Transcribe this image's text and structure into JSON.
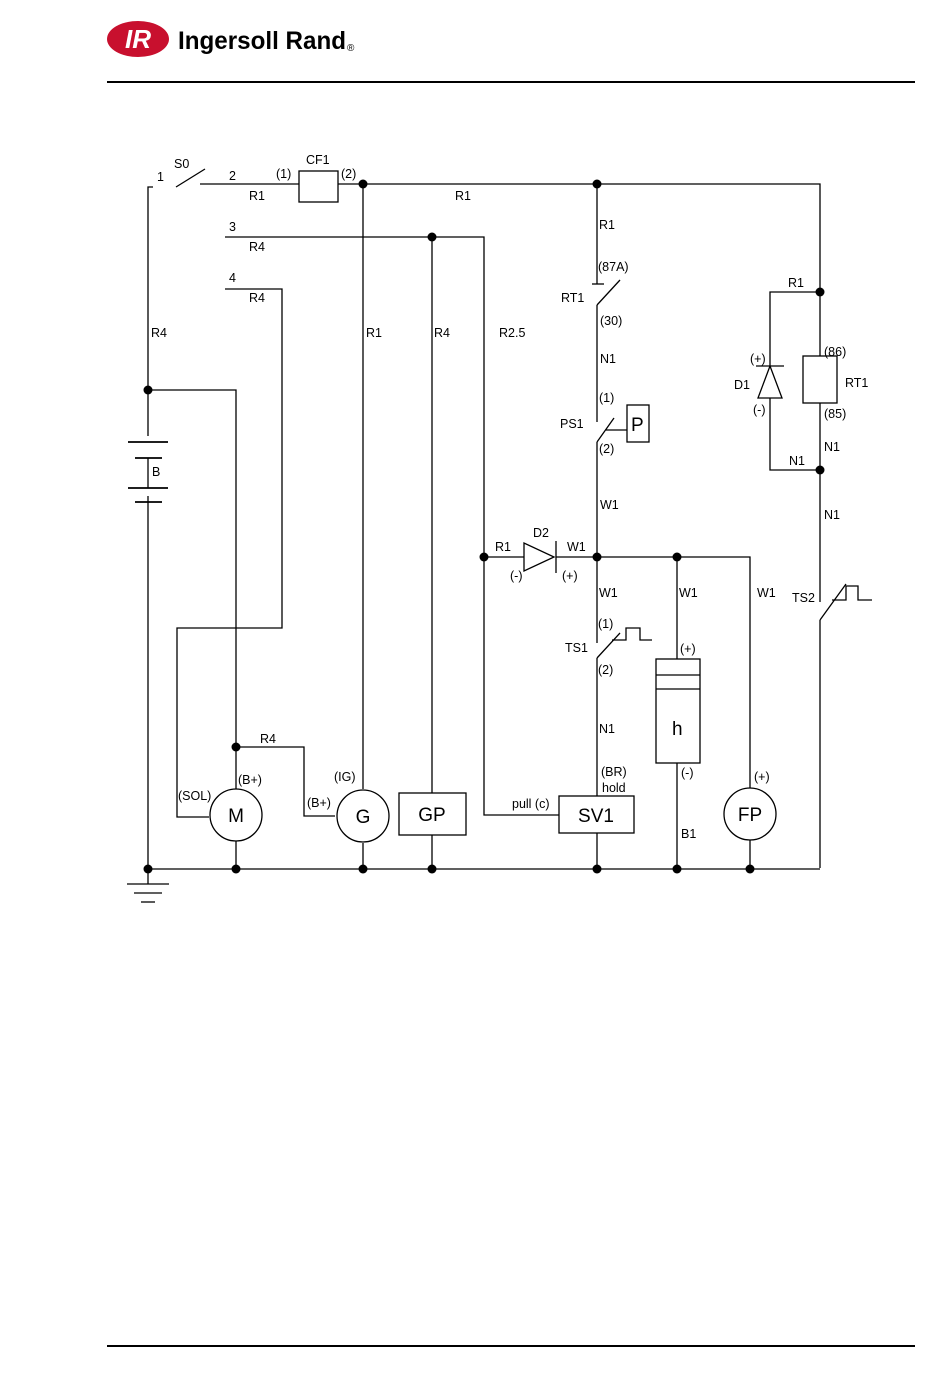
{
  "header": {
    "logo_mark": "IR",
    "logo_text": "Ingersoll Rand",
    "registered_mark": "®",
    "brand_color": "#c8102e"
  },
  "switch_labels": {
    "s0": "S0",
    "terminal_1": "1",
    "terminal_2": "2",
    "terminal_3": "3",
    "terminal_4": "4"
  },
  "fuse": {
    "name": "CF1",
    "pin_in": "(1)",
    "pin_out": "(2)"
  },
  "wire_labels": {
    "r1_after_switch": "R1",
    "r1_top_run": "R1",
    "r4_line3": "R4",
    "r4_line4": "R4",
    "r4_battery": "R4",
    "r1_g_feed": "R1",
    "r4_gp_feed": "R4",
    "r25": "R2.5",
    "r1_relay_feed": "R1",
    "n1_rt1_ps1": "N1",
    "r1_right": "R1",
    "n1_d1": "N1",
    "n1_rt1_85": "N1",
    "n1_ts2": "N1",
    "w1_ps1": "W1",
    "r1_d2": "R1",
    "w1_d2": "W1",
    "w1_ts1": "W1",
    "w1_h": "W1",
    "w1_fp": "W1",
    "n1_sv1": "N1",
    "r4_m_g": "R4",
    "b1": "B1"
  },
  "relay_contact": {
    "name": "RT1",
    "pin_top": "(87A)",
    "pin_bottom": "(30)"
  },
  "pressure_switch": {
    "name": "PS1",
    "symbol": "P",
    "pin_top": "(1)",
    "pin_bottom": "(2)"
  },
  "relay_coil": {
    "name": "RT1",
    "pin_top": "(86)",
    "pin_bottom": "(85)"
  },
  "diode_d1": {
    "name": "D1",
    "plus": "(+)",
    "minus": "(-)"
  },
  "diode_d2": {
    "name": "D2",
    "minus": "(-)",
    "plus": "(+)"
  },
  "temp_switch_1": {
    "name": "TS1",
    "pin_top": "(1)",
    "pin_bottom": "(2)"
  },
  "temp_switch_2": {
    "name": "TS2"
  },
  "hour_meter": {
    "symbol": "h",
    "plus": "(+)",
    "minus": "(-)"
  },
  "battery": {
    "name": "B"
  },
  "motor": {
    "symbol": "M",
    "sol_pin": "(SOL)",
    "bplus_pin": "(B+)"
  },
  "generator": {
    "symbol": "G",
    "ig_pin": "(IG)",
    "bplus_pin": "(B+)"
  },
  "glow_plug": {
    "symbol": "GP"
  },
  "solenoid_valve": {
    "symbol": "SV1",
    "pull_pin": "pull (c)",
    "br_pin": "(BR)",
    "hold_pin": "hold"
  },
  "fuel_pump": {
    "symbol": "FP",
    "plus": "(+)"
  }
}
